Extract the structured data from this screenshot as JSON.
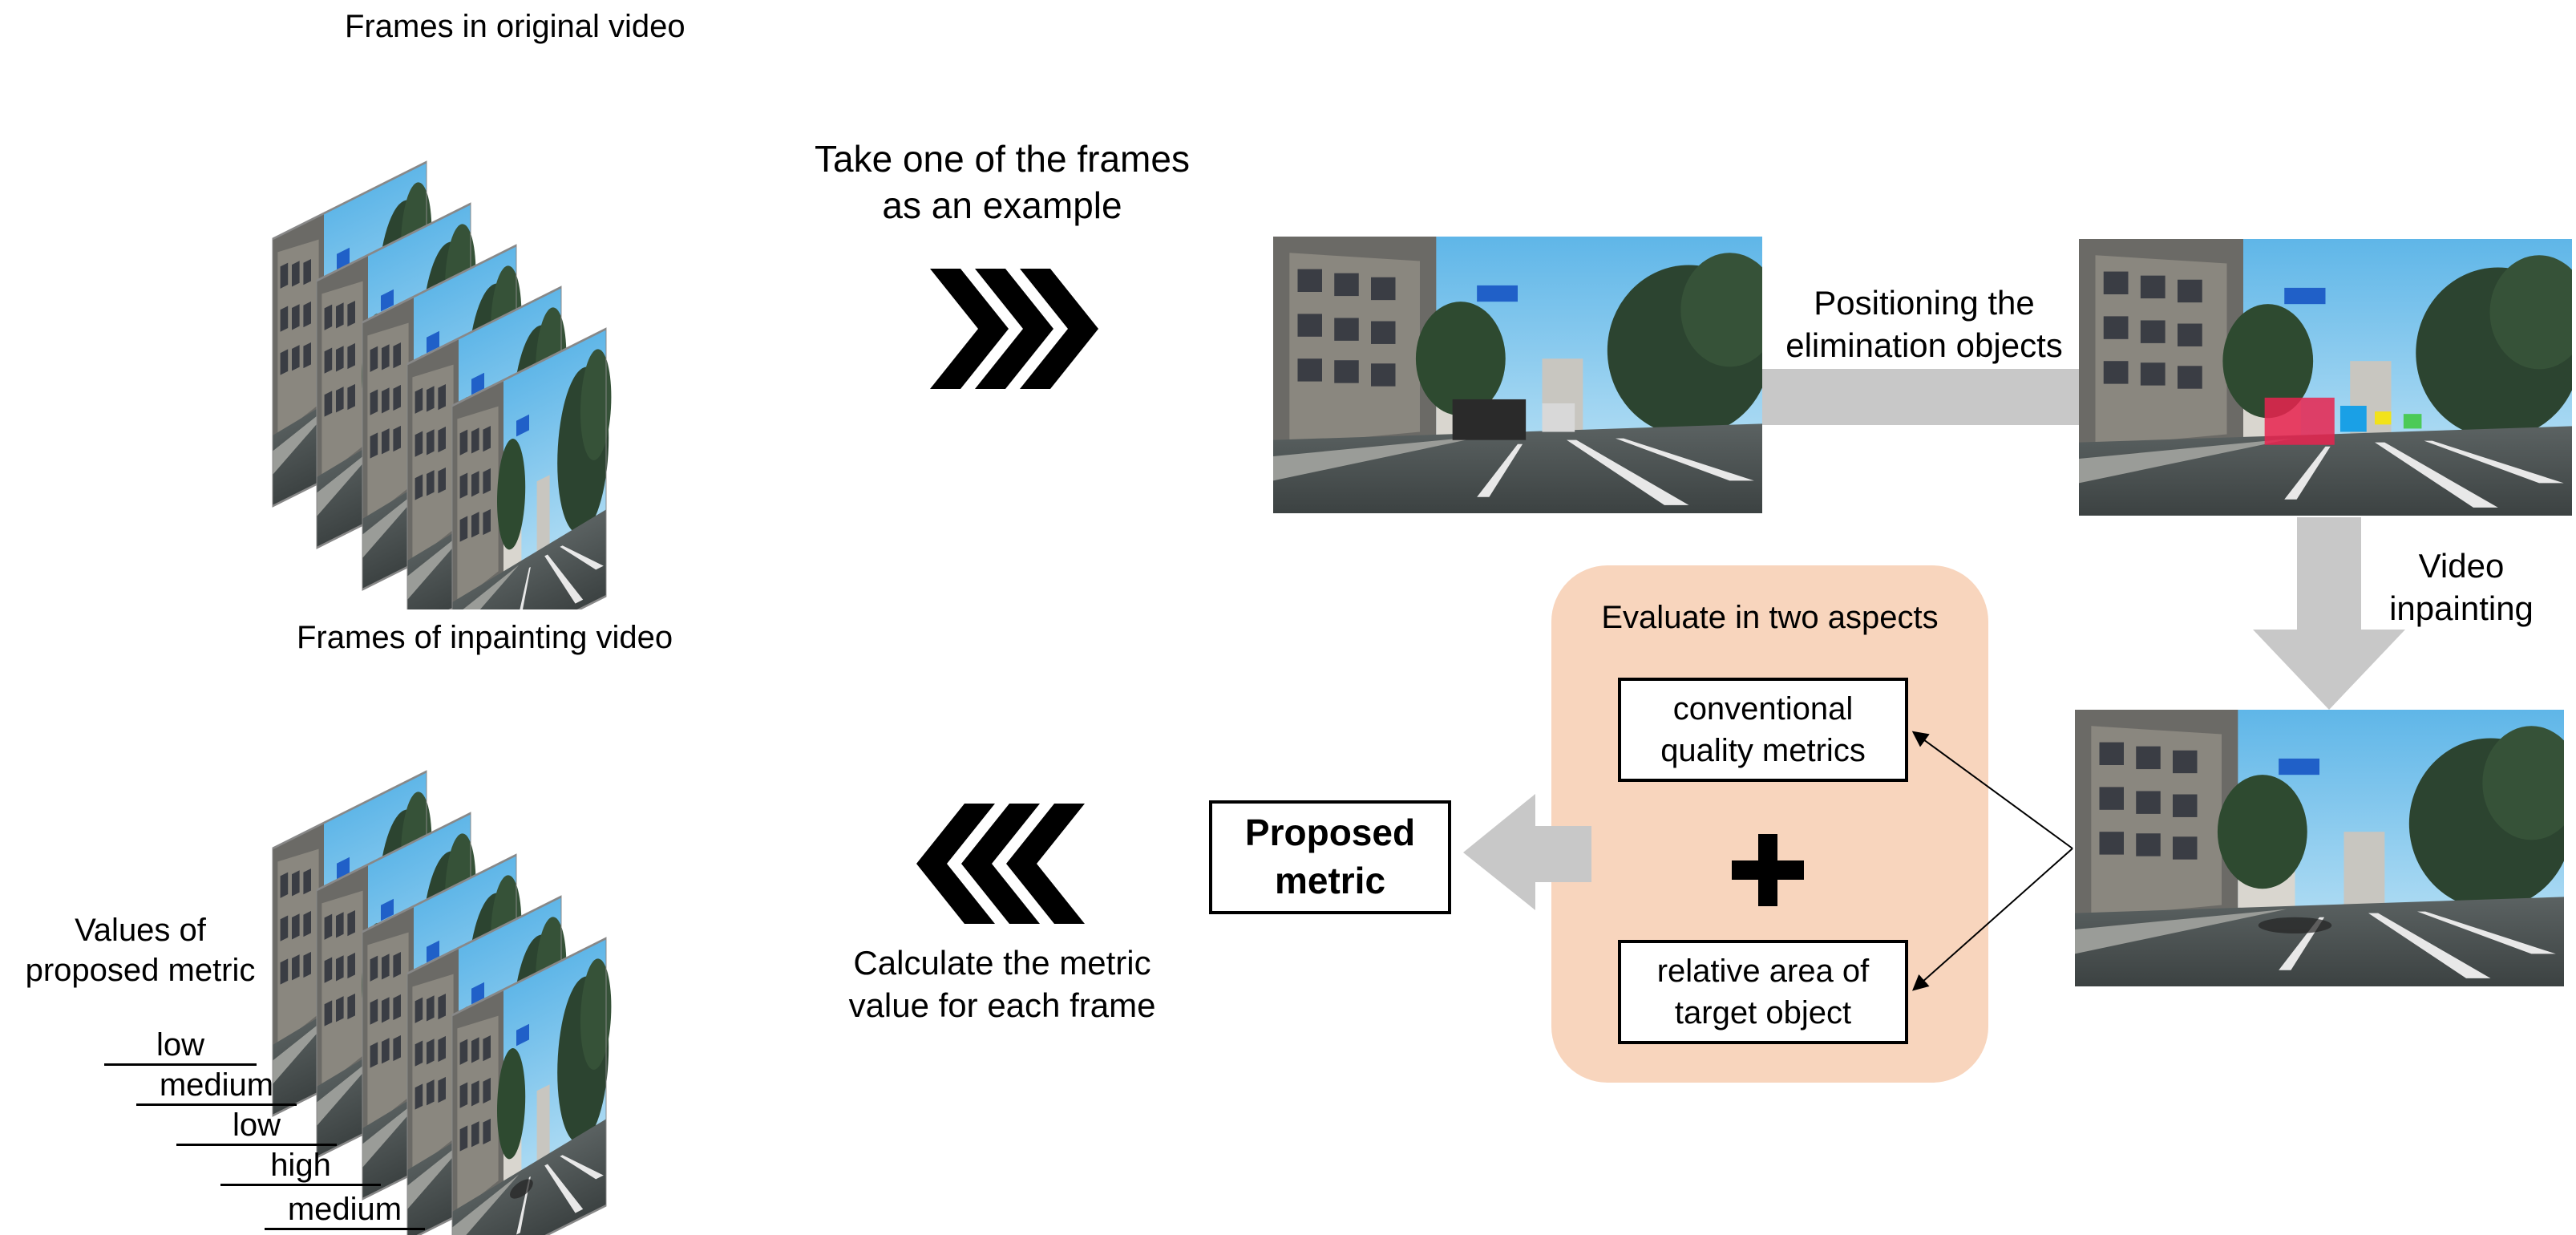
{
  "labels": {
    "frames_original": "Frames in original video",
    "frames_inpainting": "Frames of inpainting video",
    "take_frame": [
      "Take one of the frames",
      "as an example"
    ],
    "positioning": [
      "Positioning the",
      "elimination objects"
    ],
    "video_inpainting": [
      "Video",
      "inpainting"
    ],
    "evaluate": "Evaluate in two aspects",
    "conventional": [
      "conventional",
      "quality metrics"
    ],
    "relative_area": [
      "relative area of",
      "target object"
    ],
    "proposed_metric": [
      "Proposed",
      "metric"
    ],
    "calculate": [
      "Calculate the metric",
      "value for each frame"
    ],
    "values_of": [
      "Values of",
      "proposed metric"
    ]
  },
  "metric_values": [
    "low",
    "medium",
    "low",
    "high",
    "medium"
  ],
  "colors": {
    "evaluate_panel": "#f8d5bd",
    "gray_arrow": "#c8c8c8",
    "sky": "#9fd3ee",
    "road": "#4a5050",
    "bbox_red": "#e8234f",
    "bbox_blue": "#1aa0e6",
    "bbox_yellow": "#f2e21a",
    "bbox_green": "#3cc83c"
  },
  "icons": {
    "forward": "triple-chevron-right-icon",
    "backward": "triple-chevron-left-icon",
    "plus": "plus-icon"
  }
}
